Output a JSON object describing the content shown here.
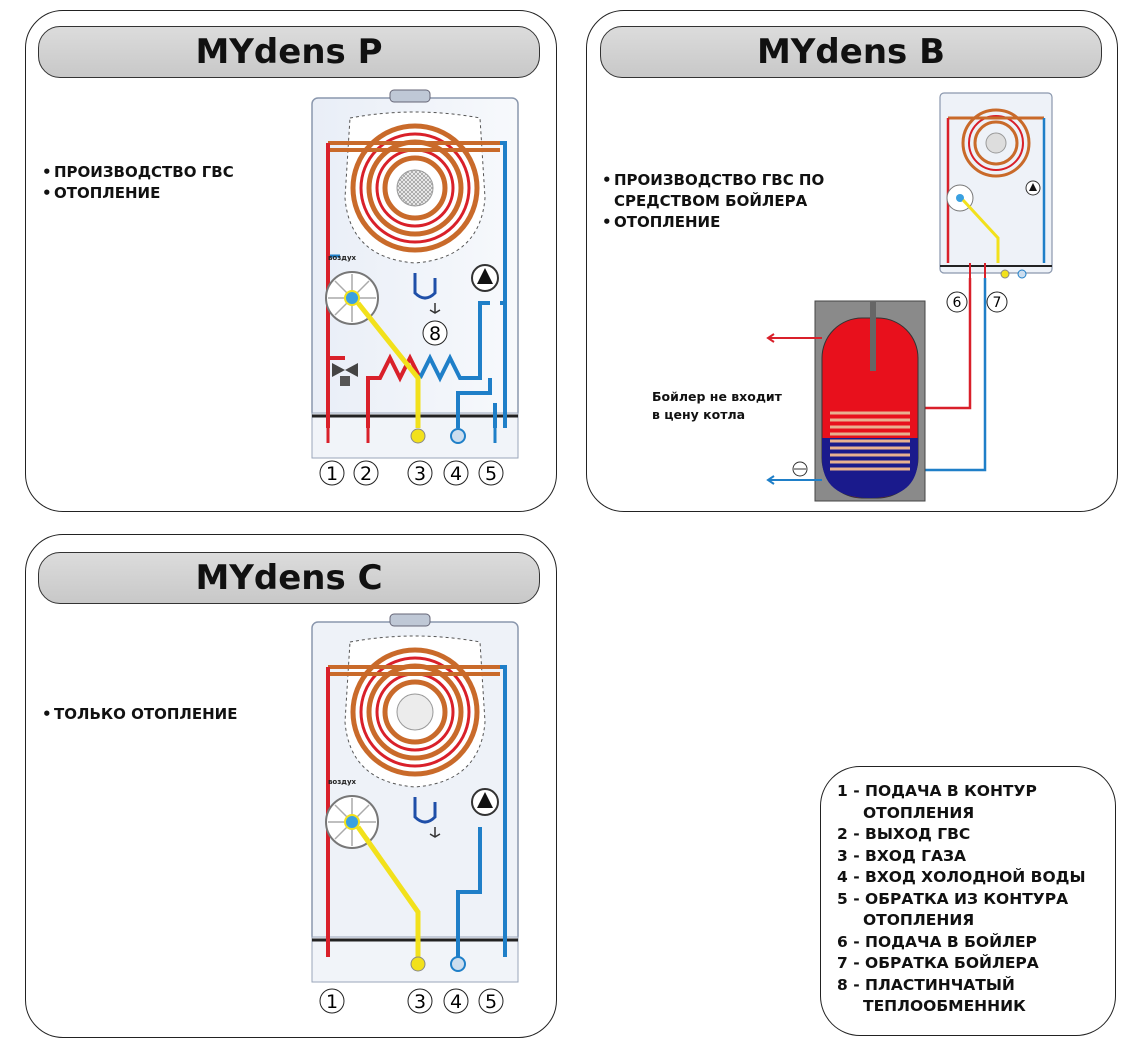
{
  "panels": {
    "p": {
      "title": "MYdens P",
      "features": [
        "ПРОИЗВОДСТВО ГВС",
        "ОТОПЛЕНИЕ"
      ],
      "air_label": "воздух",
      "connections": [
        "1",
        "2",
        "3",
        "4",
        "5"
      ],
      "exchanger_label": "8"
    },
    "b": {
      "title": "MYdens B",
      "features": [
        "ПРОИЗВОДСТВО ГВС ПО",
        "СРЕДСТВОМ БОЙЛЕРА",
        "ОТОПЛЕНИЕ"
      ],
      "connections": [
        "6",
        "7"
      ],
      "boiler_note": [
        "Бойлер не входит",
        "в цену котла"
      ]
    },
    "c": {
      "title": "MYdens C",
      "features": [
        "ТОЛЬКО ОТОПЛЕНИЕ"
      ],
      "air_label": "воздух",
      "connections": [
        "1",
        "3",
        "4",
        "5"
      ]
    }
  },
  "legend": {
    "items": [
      {
        "num": "1",
        "lines": [
          "ПОДАЧА В КОНТУР",
          "ОТОПЛЕНИЯ"
        ]
      },
      {
        "num": "2",
        "lines": [
          "ВЫХОД ГВС"
        ]
      },
      {
        "num": "3",
        "lines": [
          "ВХОД ГАЗА"
        ]
      },
      {
        "num": "4",
        "lines": [
          "ВХОД ХОЛОДНОЙ ВОДЫ"
        ]
      },
      {
        "num": "5",
        "lines": [
          "ОБРАТКА ИЗ КОНТУРА",
          "ОТОПЛЕНИЯ"
        ]
      },
      {
        "num": "6",
        "lines": [
          "ПОДАЧА В БОЙЛЕР"
        ]
      },
      {
        "num": "7",
        "lines": [
          "ОБРАТКА БОЙЛЕРА"
        ]
      },
      {
        "num": "8",
        "lines": [
          "ПЛАСТИНЧАТЫЙ",
          "ТЕПЛООБМЕННИК"
        ]
      }
    ]
  },
  "colors": {
    "hot": "#d9202a",
    "cold": "#1f7fc8",
    "gas": "#f2e11c",
    "coil": "#c96a2a",
    "title_bg": "#cfcfcf",
    "boiler_red": "#e8101c",
    "boiler_blue": "#1a1a8c"
  },
  "icons": [
    "pump-icon",
    "valve-icon",
    "fan-icon",
    "burner-icon",
    "siphon-icon"
  ]
}
